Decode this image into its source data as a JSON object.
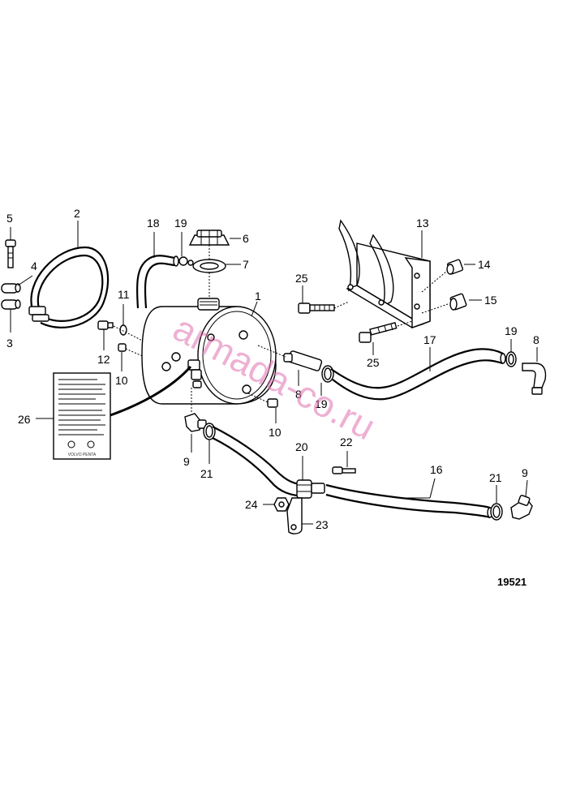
{
  "callouts": {
    "c1": "1",
    "c2": "2",
    "c3": "3",
    "c4": "4",
    "c5": "5",
    "c6": "6",
    "c7": "7",
    "c8a": "8",
    "c8b": "8",
    "c9a": "9",
    "c9b": "9",
    "c10a": "10",
    "c10b": "10",
    "c11": "11",
    "c12": "12",
    "c13": "13",
    "c14": "14",
    "c15": "15",
    "c16": "16",
    "c17": "17",
    "c18": "18",
    "c19a": "19",
    "c19b": "19",
    "c19c": "19",
    "c20": "20",
    "c21a": "21",
    "c21b": "21",
    "c22": "22",
    "c23": "23",
    "c24": "24",
    "c25a": "25",
    "c25b": "25",
    "c26": "26"
  },
  "figure_number": "19521",
  "watermark": "armada-co.ru",
  "label_brand": "VOLVO PENTA",
  "colors": {
    "watermark": "#e070b0",
    "line": "#000000",
    "background": "#ffffff"
  }
}
